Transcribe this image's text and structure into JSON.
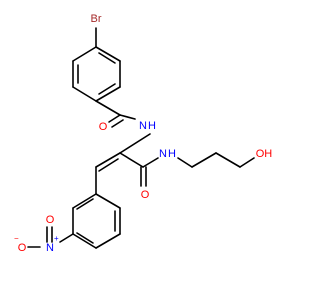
{
  "molecule": {
    "atoms": {
      "br": {
        "text": "Br",
        "color": "#a52a2a"
      },
      "o_amide1": {
        "text": "O",
        "color": "#ff0000"
      },
      "n_amide1": {
        "text": "N",
        "color": "#0000ff"
      },
      "h_amide1": {
        "text": "H",
        "color": "#0000ff"
      },
      "n_amide2": {
        "text": "N",
        "color": "#0000ff"
      },
      "h_amide2": {
        "text": "H",
        "color": "#0000ff"
      },
      "o_amide2": {
        "text": "O",
        "color": "#ff0000"
      },
      "oh": {
        "text": "OH",
        "color": "#ff0000"
      },
      "n_nitro": {
        "text": "N",
        "color": "#0000ff"
      },
      "n_nitro_charge": {
        "text": "+",
        "color": "#0000ff"
      },
      "o_nitro_top": {
        "text": "O",
        "color": "#ff0000"
      },
      "o_nitro_left": {
        "text": "O",
        "color": "#ff0000"
      },
      "o_nitro_charge": {
        "text": "−",
        "color": "#ff0000"
      }
    }
  }
}
